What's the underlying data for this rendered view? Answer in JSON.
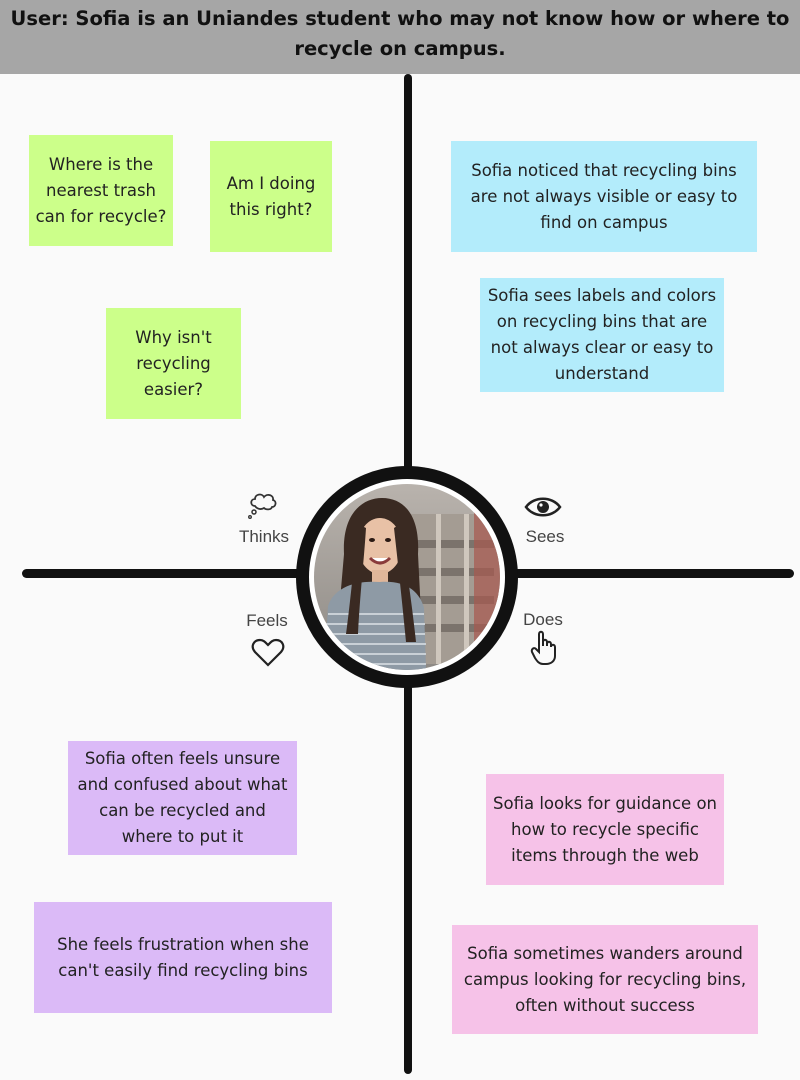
{
  "header": {
    "line1": "User: Sofia is an Uniandes student who may not know how or where to",
    "line2": "recycle on campus."
  },
  "quadrants": {
    "thinks": {
      "label": "Thinks",
      "icon": "thought-bubble-icon"
    },
    "sees": {
      "label": "Sees",
      "icon": "eye-icon"
    },
    "feels": {
      "label": "Feels",
      "icon": "heart-icon"
    },
    "does": {
      "label": "Does",
      "icon": "pointing-hand-icon"
    }
  },
  "notes": {
    "thinks": [
      "Where is the nearest trash can for recycle?",
      "Am I doing this right?",
      "Why isn't recycling easier?"
    ],
    "sees": [
      "Sofia noticed that recycling bins are not always visible or easy to find on campus",
      "Sofia sees labels and colors on recycling bins that are not always clear or easy to understand"
    ],
    "feels": [
      "Sofia often feels unsure and confused about what can be recycled and where to put it",
      "She feels frustration when she can't easily find recycling bins"
    ],
    "does": [
      "Sofia looks for guidance on how to recycle specific items through the web",
      "Sofia sometimes wanders around campus looking for recycling bins, often without success"
    ]
  },
  "colors": {
    "thinks": "#ccff8a",
    "sees": "#b3ecfb",
    "feels": "#dbbaf7",
    "does": "#f6c2e8",
    "header": "#a6a6a6"
  }
}
